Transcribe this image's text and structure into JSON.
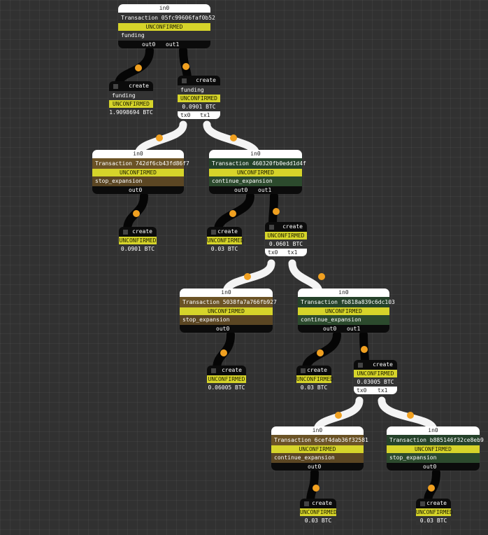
{
  "common": {
    "in_label": "in0",
    "status": "UNCONFIRMED",
    "create_label": "create",
    "out0_label": "out0",
    "out1_label": "out1",
    "tx0_label": "tx0",
    "tx1_label": "tx1"
  },
  "transactions": {
    "t0": {
      "title": "Transaction 05fc99606faf0b52",
      "field": "funding"
    },
    "t1": {
      "title": "Transaction 742df6cb43fd86f7",
      "field": "stop_expansion"
    },
    "t2": {
      "title": "Transaction 460320fb0edd1d4f",
      "field": "continue_expansion"
    },
    "t3": {
      "title": "Transaction 5038fa7a766fb927",
      "field": "stop_expansion"
    },
    "t4": {
      "title": "Transaction fb818a839c6dc103",
      "field": "continue_expansion"
    },
    "t5": {
      "title": "Transaction 6cef4dab36f32581",
      "field": "continue_expansion"
    },
    "t6": {
      "title": "Transaction b885146f32ce8eb9",
      "field": "stop_expansion"
    }
  },
  "outputs": {
    "o0a": {
      "label": "funding",
      "amount": "1.9098694 BTC"
    },
    "o0b": {
      "label": "funding",
      "amount": "0.0901 BTC"
    },
    "o1": {
      "amount": "0.0901 BTC"
    },
    "o2a": {
      "amount": "0.03 BTC"
    },
    "o2b": {
      "amount": "0.0601 BTC"
    },
    "o3": {
      "amount": "0.06005 BTC"
    },
    "o4a": {
      "amount": "0.03 BTC"
    },
    "o4b": {
      "amount": "0.03005 BTC"
    },
    "o5": {
      "amount": "0.03 BTC"
    },
    "o6": {
      "amount": "0.03 BTC"
    }
  },
  "colors": {
    "wire": "#000000",
    "wire_light": "#ffffff",
    "dot": "#f0a020",
    "status": "#d6d42a",
    "brown": "#6b5326",
    "green": "#25422a"
  }
}
